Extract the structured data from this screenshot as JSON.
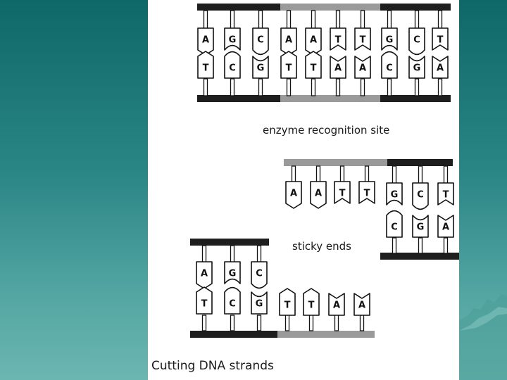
{
  "figure": {
    "caption": "Cutting DNA strands",
    "label_recognition_site": "enzyme recognition site",
    "label_sticky_ends": "sticky ends"
  },
  "dna": {
    "intact": {
      "top_strand": [
        "A",
        "G",
        "C",
        "A",
        "A",
        "T",
        "T",
        "G",
        "C",
        "T"
      ],
      "bottom_strand": [
        "T",
        "C",
        "G",
        "T",
        "T",
        "A",
        "A",
        "C",
        "G",
        "A"
      ]
    },
    "right_fragment": {
      "single_strand_overhang": [
        "A",
        "A",
        "T",
        "T"
      ],
      "paired_top": [
        "G",
        "C",
        "T"
      ],
      "paired_bottom": [
        "C",
        "G",
        "A"
      ]
    },
    "left_fragment": {
      "paired_top": [
        "A",
        "G",
        "C"
      ],
      "paired_bottom": [
        "T",
        "C",
        "G"
      ],
      "single_strand_overhang": [
        "T",
        "T",
        "A",
        "A"
      ]
    }
  },
  "colors": {
    "slide_teal_dark": "#0f6868",
    "slide_teal_light": "#6cb6b1",
    "backbone_dark": "#1e1e1e",
    "backbone_gray": "#9a9a9a",
    "base_outline": "#111111"
  }
}
